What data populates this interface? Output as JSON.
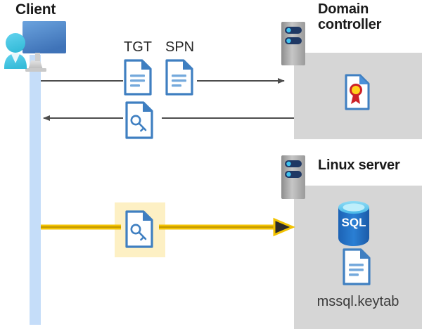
{
  "diagram": {
    "title_client": "Client",
    "title_domain_controller": "Domain controller",
    "title_linux_server": "Linux server",
    "labels": {
      "tgt": "TGT",
      "spn": "SPN",
      "keytab_file": "mssql.keytab"
    },
    "icons": {
      "client": "client-workstation-icon",
      "tgt_document": "document-icon",
      "spn_document": "document-icon",
      "ticket_key_document": "key-document-icon",
      "keytab_key_document": "key-document-icon",
      "certificate": "certificate-document-icon",
      "sql_database": "sql-database-icon",
      "keytab_document": "document-icon",
      "domain_controller_server": "server-rack-icon",
      "linux_server": "server-rack-icon"
    },
    "flows": [
      {
        "name": "request-tgt-spn",
        "direction": "client-to-domain-controller",
        "color": "#4d4d4d"
      },
      {
        "name": "receive-service-ticket",
        "direction": "domain-controller-to-client",
        "color": "#4d4d4d"
      },
      {
        "name": "present-service-ticket",
        "direction": "client-to-linux-server",
        "color": "#f2c200",
        "highlighted": true
      }
    ],
    "colors": {
      "panel_gray": "#d6d6d6",
      "lifeline_blue": "#c5ddf9",
      "highlight_yellow": "#fdf0c4",
      "arrow_gray": "#4d4d4d",
      "arrow_yellow": "#f2c200",
      "doc_blue": "#3f7fc1",
      "sql_blue": "#1f6fc4",
      "cert_red": "#cc2027",
      "cert_gold": "#ffd11a"
    }
  }
}
